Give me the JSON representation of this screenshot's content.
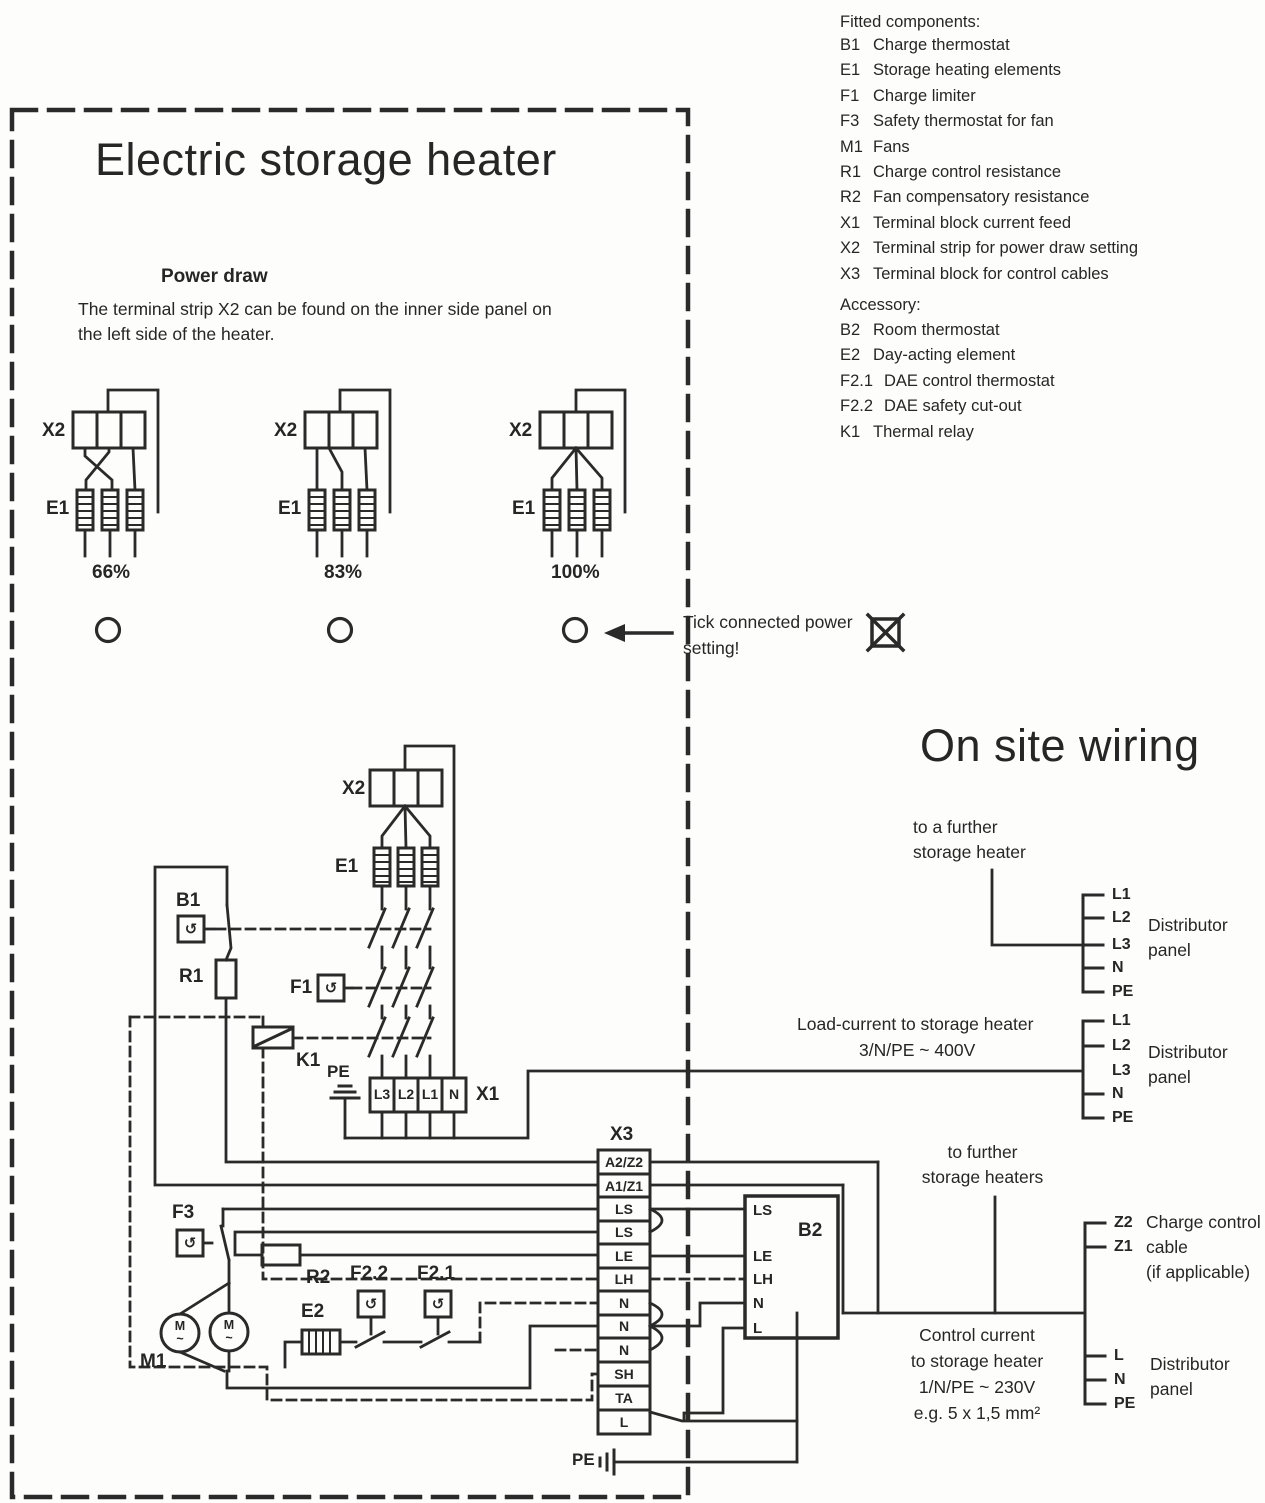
{
  "heater": {
    "title": "Electric storage heater",
    "power_draw_title": "Power draw",
    "power_draw_text": "The terminal strip X2 can be found on the inner side panel on the left side of the heater.",
    "tick_note_1": "Tick connected power",
    "tick_note_2": "setting!",
    "settings": [
      {
        "x2": "X2",
        "e1": "E1",
        "percent": "66%"
      },
      {
        "x2": "X2",
        "e1": "E1",
        "percent": "83%"
      },
      {
        "x2": "X2",
        "e1": "E1",
        "percent": "100%"
      }
    ]
  },
  "legend": {
    "fitted_title": "Fitted components:",
    "fitted": [
      {
        "code": "B1",
        "text": "Charge thermostat"
      },
      {
        "code": "E1",
        "text": "Storage heating elements"
      },
      {
        "code": "F1",
        "text": "Charge limiter"
      },
      {
        "code": "F3",
        "text": "Safety thermostat for fan"
      },
      {
        "code": "M1",
        "text": "Fans"
      },
      {
        "code": "R1",
        "text": "Charge control resistance"
      },
      {
        "code": "R2",
        "text": "Fan compensatory resistance"
      },
      {
        "code": "X1",
        "text": "Terminal block current feed"
      },
      {
        "code": "X2",
        "text": "Terminal strip for power draw setting"
      },
      {
        "code": "X3",
        "text": "Terminal block for control cables"
      }
    ],
    "accessory_title": "Accessory:",
    "accessory": [
      {
        "code": "B2",
        "text": "Room thermostat"
      },
      {
        "code": "E2",
        "text": "Day-acting element"
      },
      {
        "code": "F2.1",
        "text": "DAE control thermostat"
      },
      {
        "code": "F2.2",
        "text": "DAE safety cut-out"
      },
      {
        "code": "K1",
        "text": "Thermal relay"
      }
    ]
  },
  "onsite": {
    "title": "On site wiring",
    "further_single_1": "to a further",
    "further_single_2": "storage heater",
    "further_multi_1": "to further",
    "further_multi_2": "storage heaters",
    "load_1": "Load-current to storage heater",
    "load_2": "3/N/PE ~ 400V",
    "control_1": "Control current",
    "control_2": "to storage heater",
    "control_3": "1/N/PE ~ 230V",
    "control_4": "e.g. 5 x 1,5 mm²",
    "charge_cable_1": "Charge control",
    "charge_cable_2": "cable",
    "charge_cable_3": "(if applicable)",
    "distributor": "Distributor",
    "panel": "panel",
    "panel1_pins": [
      "L1",
      "L2",
      "L3",
      "N",
      "PE"
    ],
    "panel2_pins": [
      "L1",
      "L2",
      "L3",
      "N",
      "PE"
    ],
    "panel3_pins": [
      "L",
      "N",
      "PE"
    ],
    "z_pins": [
      "Z2",
      "Z1"
    ]
  },
  "circuit": {
    "x2": "X2",
    "e1": "E1",
    "b1": "B1",
    "r1": "R1",
    "f1": "F1",
    "k1": "K1",
    "pe_x1": "PE",
    "x1": "X1",
    "x3": "X3",
    "f3": "F3",
    "m1": "M1",
    "r2": "R2",
    "f22": "F2.2",
    "f21": "F2.1",
    "e2": "E2",
    "pe_bottom": "PE",
    "motor_m": "M",
    "motor_wave": "~",
    "x1_cells": [
      "L3",
      "L2",
      "L1",
      "N"
    ],
    "x3_cells": [
      "A2/Z2",
      "A1/Z1",
      "LS",
      "LS",
      "LE",
      "LH",
      "N",
      "N",
      "N",
      "SH",
      "TA",
      "L"
    ],
    "b2": {
      "label": "B2",
      "pins": [
        "LS",
        "LE",
        "LH",
        "N",
        "L"
      ]
    }
  },
  "icons": {
    "thermostat": "↺"
  }
}
